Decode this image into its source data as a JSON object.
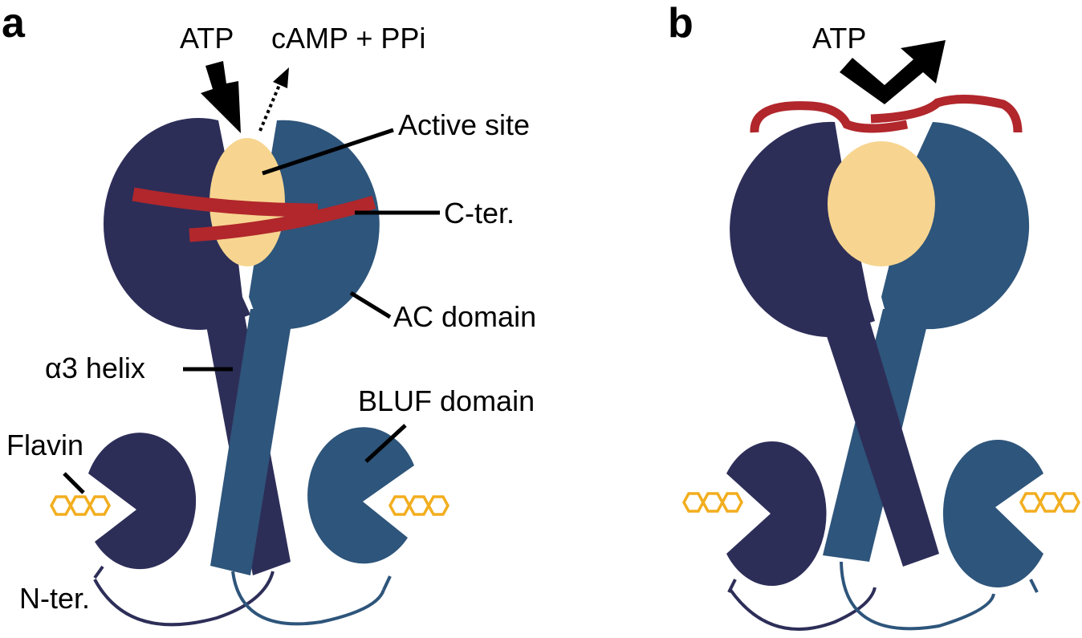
{
  "panels": {
    "a": {
      "letter": "a",
      "labels": {
        "atp": "ATP",
        "products": "cAMP + PPi",
        "active_site": "Active site",
        "c_ter": "C-ter.",
        "ac_domain": "AC domain",
        "helix_greek": "α",
        "helix_rest": "3 helix",
        "bluf_domain": "BLUF domain",
        "flavin": "Flavin",
        "n_ter": "N-ter."
      }
    },
    "b": {
      "letter": "b",
      "labels": {
        "atp": "ATP"
      }
    }
  },
  "colors": {
    "monomer_dark": "#2d2e58",
    "monomer_light": "#2e557b",
    "active_site": "#f7d590",
    "c_terminus": "#b1272c",
    "flavin": "#f2ae1f",
    "leader_line": "#000000"
  },
  "icons": {
    "atp_arrow": "solid-arrow-icon",
    "product_arrow": "dotted-arrow-icon",
    "blocked_arrow": "bent-arrow-icon",
    "flavin": "hexagon-rings-icon"
  }
}
